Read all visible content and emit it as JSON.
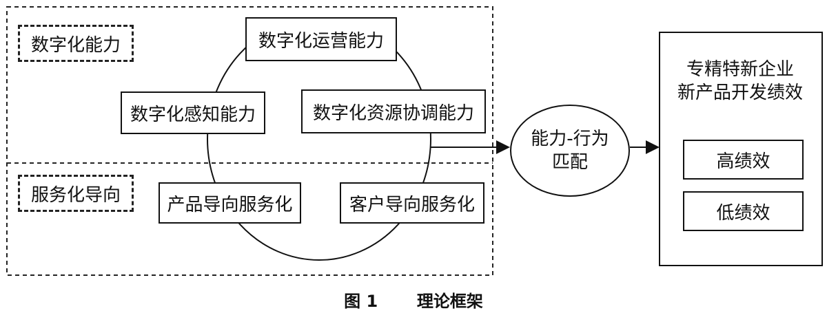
{
  "groups": {
    "digital_capability": {
      "label": "数字化能力",
      "items": [
        "数字化运营能力",
        "数字化感知能力",
        "数字化资源协调能力"
      ]
    },
    "servitization": {
      "label": "服务化导向",
      "items": [
        "产品导向服务化",
        "客户导向服务化"
      ]
    }
  },
  "match_node": {
    "line1": "能力-行为",
    "line2": "匹配"
  },
  "outcome": {
    "title_line1": "专精特新企业",
    "title_line2": "新产品开发绩效",
    "items": [
      "高绩效",
      "低绩效"
    ]
  },
  "caption": {
    "figure_number": "图 1",
    "title": "理论框架"
  }
}
